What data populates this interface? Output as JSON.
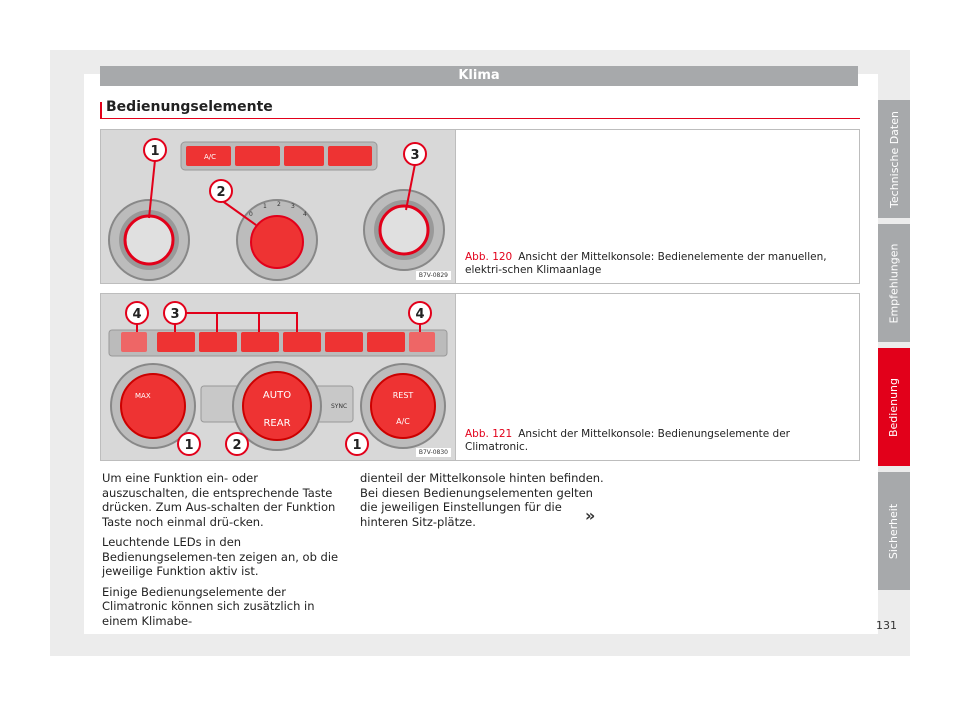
{
  "header": {
    "chapter": "Klima"
  },
  "section": {
    "title": "Bedienungselemente"
  },
  "figures": [
    {
      "number": "Abb. 120",
      "caption": "Ansicht der Mittelkonsole: Bedienelemente der manuellen, elektri-schen Klimaanlage",
      "code": "B7V-0829",
      "callouts": [
        "1",
        "2",
        "3"
      ],
      "button_labels": [
        "A/C"
      ],
      "dial_labels": [
        "0",
        "1",
        "2",
        "3",
        "4"
      ]
    },
    {
      "number": "Abb. 121",
      "caption": "Ansicht der Mittelkonsole: Bedienungselemente der Climatronic.",
      "code": "B7V-0830",
      "callouts": [
        "4",
        "3",
        "4",
        "1",
        "2",
        "1"
      ],
      "knob_labels": [
        "MAX",
        "AUTO",
        "REAR",
        "SYNC",
        "REST",
        "A/C"
      ]
    }
  ],
  "body": {
    "col1": [
      "Um eine Funktion ein- oder auszuschalten, die entsprechende Taste drücken. Zum Aus-schalten der Funktion Taste noch einmal drü-cken.",
      "Leuchtende LEDs in den Bedienungselemen-ten zeigen an, ob die jeweilige Funktion aktiv ist.",
      "Einige Bedienungselemente der Climatronic können sich zusätzlich in einem Klimabe-"
    ],
    "col2": [
      "dienteil der Mittelkonsole hinten befinden. Bei diesen Bedienungselementen gelten die jeweiligen Einstellungen für die hinteren Sitz-plätze."
    ],
    "continue_mark": "»"
  },
  "side_tabs": [
    {
      "label": "Technische Daten",
      "active": false
    },
    {
      "label": "Empfehlungen",
      "active": false
    },
    {
      "label": "Bedienung",
      "active": true
    },
    {
      "label": "Sicherheit",
      "active": false
    }
  ],
  "page_number": "131",
  "colors": {
    "accent": "#e2001a",
    "header_gray": "#a7a9ab"
  }
}
